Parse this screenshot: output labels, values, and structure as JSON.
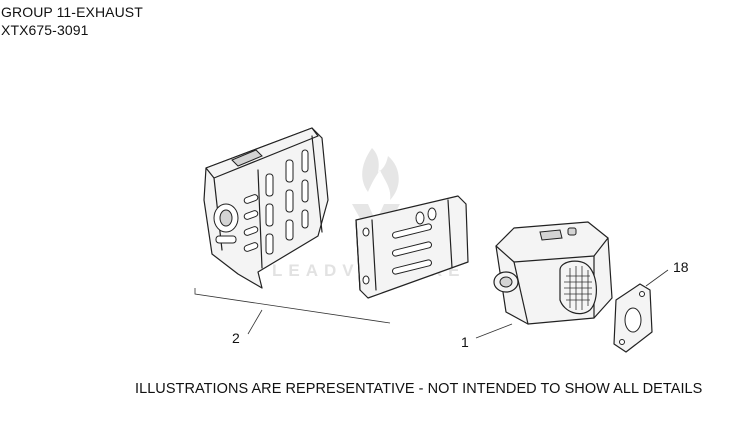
{
  "header": {
    "group_title": "GROUP 11-EXHAUST",
    "model": "XTX675-3091"
  },
  "callouts": [
    {
      "id": "2",
      "label": "2"
    },
    {
      "id": "1",
      "label": "1"
    },
    {
      "id": "18",
      "label": "18"
    }
  ],
  "disclaimer": "ILLUSTRATIONS ARE REPRESENTATIVE - NOT INTENDED TO SHOW ALL DETAILS",
  "watermark": {
    "text": "LEADVENTURE"
  }
}
